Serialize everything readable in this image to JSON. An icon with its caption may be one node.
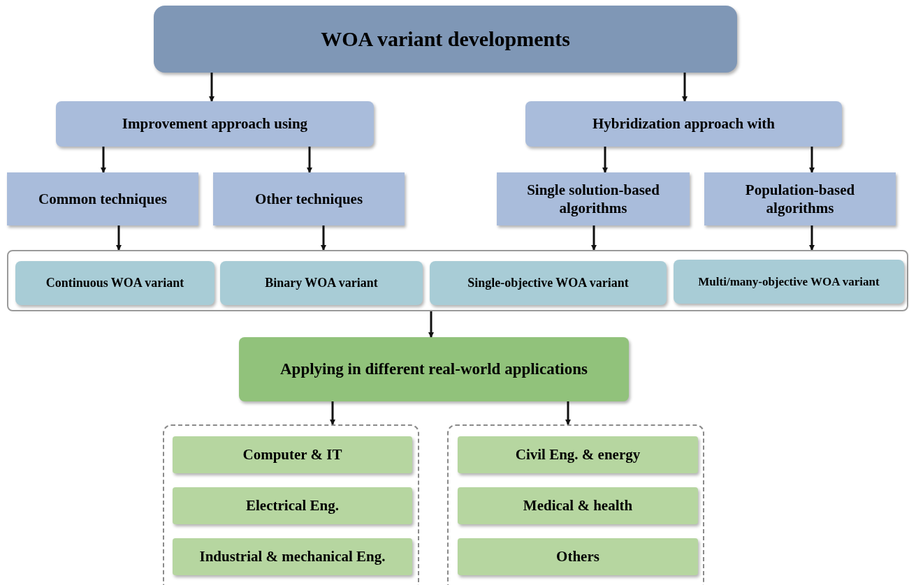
{
  "diagram": {
    "nodes": [
      {
        "text": [
          "WOA variant developments"
        ]
      },
      {
        "text": [
          "Improvement approach using"
        ]
      },
      {
        "text": [
          "Hybridization approach with"
        ]
      },
      {
        "text": [
          "Common techniques"
        ]
      },
      {
        "text": [
          "Other techniques"
        ]
      },
      {
        "text": [
          "Single solution-based algorithms"
        ]
      },
      {
        "text": [
          "Population-based algorithms"
        ]
      },
      {
        "text": [],
        "shape": "box"
      },
      {
        "text": [
          "Continuous WOA variant"
        ],
        "in": 7
      },
      {
        "text": [
          "Binary WOA variant"
        ],
        "in": 7
      },
      {
        "text": [
          "Single-objective WOA variant"
        ],
        "in": 7
      },
      {
        "text": [
          "Multi/many-objective WOA variant"
        ],
        "in": 7
      },
      {
        "text": [
          "Applying in different real-world applications"
        ]
      },
      {
        "text": [],
        "shape": "box"
      },
      {
        "text": [
          "Computer & IT"
        ],
        "in": 13
      },
      {
        "text": [
          "Electrical Eng."
        ],
        "in": 13
      },
      {
        "text": [
          "Industrial & mechanical Eng."
        ],
        "in": 13
      },
      {
        "text": [],
        "shape": "box"
      },
      {
        "text": [
          "Civil Eng. & energy"
        ],
        "in": 17
      },
      {
        "text": [
          "Medical & health"
        ],
        "in": 17
      },
      {
        "text": [
          "Others"
        ],
        "in": 17
      }
    ],
    "edges": [
      {
        "from": 0,
        "to": 1,
        "arrow": "to"
      },
      {
        "from": 0,
        "to": 2,
        "arrow": "to"
      },
      {
        "from": 1,
        "to": 3,
        "arrow": "to"
      },
      {
        "from": 1,
        "to": 4,
        "arrow": "to"
      },
      {
        "from": 2,
        "to": 5,
        "arrow": "to"
      },
      {
        "from": 2,
        "to": 6,
        "arrow": "to"
      },
      {
        "from": 3,
        "to": 7,
        "arrow": "to"
      },
      {
        "from": 4,
        "to": 7,
        "arrow": "to"
      },
      {
        "from": 5,
        "to": 7,
        "arrow": "to"
      },
      {
        "from": 6,
        "to": 7,
        "arrow": "to"
      },
      {
        "from": 7,
        "to": 12,
        "arrow": "to"
      },
      {
        "from": 12,
        "to": 13,
        "arrow": "to"
      },
      {
        "from": 12,
        "to": 17,
        "arrow": "to"
      }
    ]
  }
}
